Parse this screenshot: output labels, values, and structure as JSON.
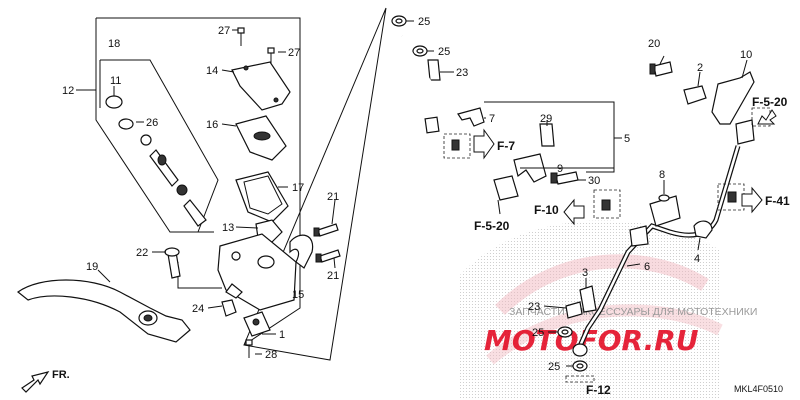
{
  "callouts": {
    "c27a": "27",
    "c27b": "27",
    "c18": "18",
    "c11": "11",
    "c12": "12",
    "c14": "14",
    "c26": "26",
    "c16": "16",
    "c17": "17",
    "c13": "13",
    "c21a": "21",
    "c21b": "21",
    "c22": "22",
    "c15": "15",
    "c19": "19",
    "c24": "24",
    "c1": "1",
    "c28": "28",
    "c25a": "25",
    "c25b": "25",
    "c23a": "23",
    "c7": "7",
    "c29": "29",
    "c9": "9",
    "c30": "30",
    "c5": "5",
    "c20": "20",
    "c2": "2",
    "c10": "10",
    "c8": "8",
    "c3": "3",
    "c6": "6",
    "c4": "4",
    "c23b": "23",
    "c25c": "25",
    "c25d": "25"
  },
  "refs": {
    "f7": "F-7",
    "f520a": "F-5-20",
    "f10": "F-10",
    "f520b": "F-5-20",
    "f41": "F-41",
    "f12": "F-12"
  },
  "front_label": "FR.",
  "diagram_code": "MKL4F0510",
  "watermark": {
    "caption": "ЗАПЧАСТИ И АКСЕССУАРЫ ДЛЯ МОТОТЕХНИКИ",
    "logo": "MOTOFOR.RU"
  },
  "colors": {
    "line": "#111111",
    "watermark_red": "#e2001a",
    "watermark_gray": "#9a9a9a",
    "dots": "#c8c8c8"
  }
}
